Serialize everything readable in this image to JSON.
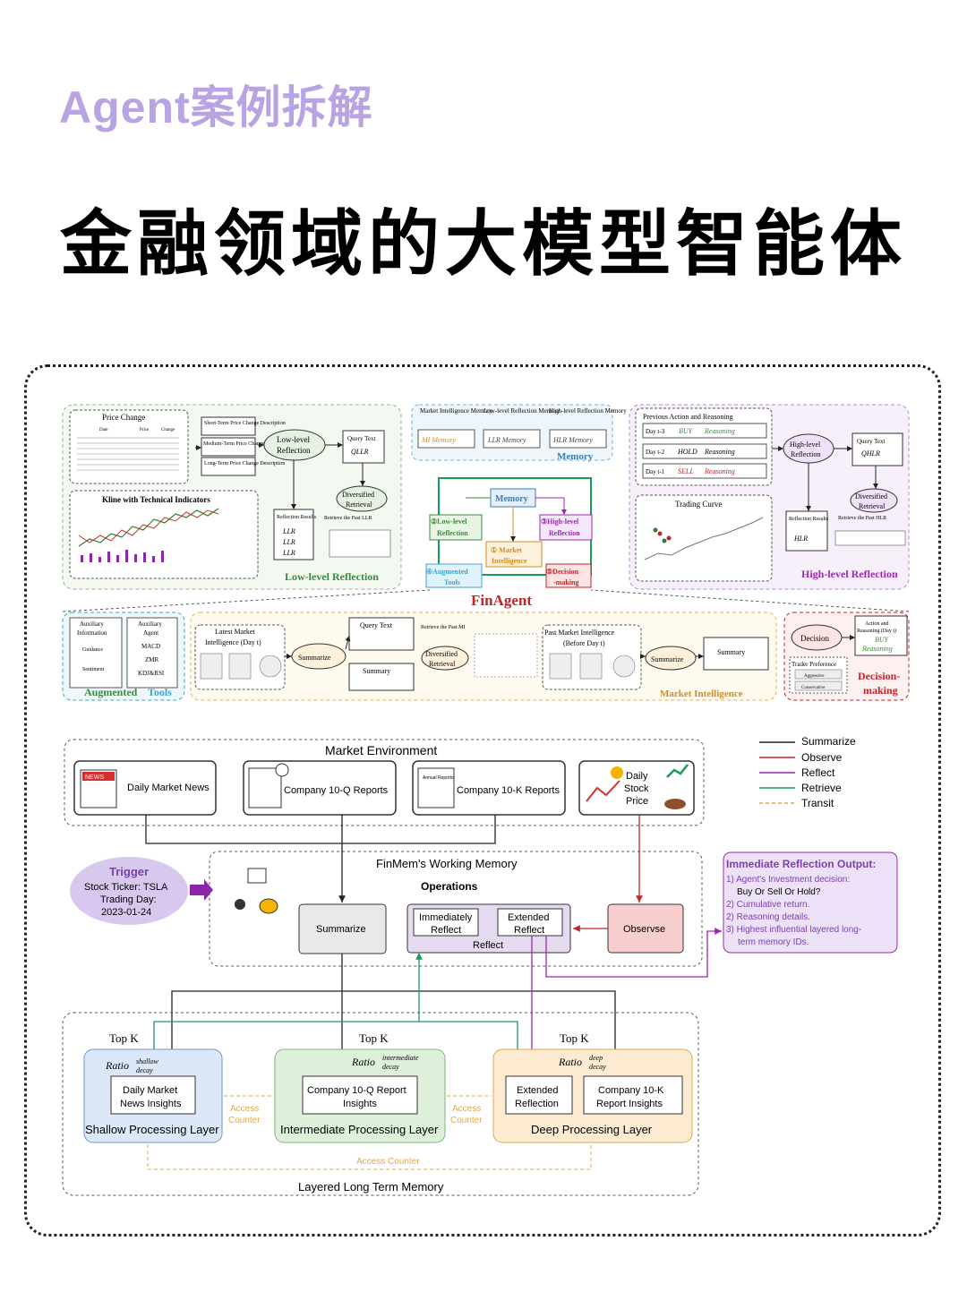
{
  "header": {
    "tag": "Agent案例拆解",
    "title": "金融领域的大模型智能体"
  },
  "finagent": {
    "title": "FinAgent",
    "low_level": {
      "price_change": "Price Change",
      "table_headers": [
        "Date",
        "Price",
        "Change"
      ],
      "short_term": "Short-Term Price Change Description",
      "medium_term": "Medium-Term Price Change Description",
      "long_term": "Long-Term Price Change Description",
      "kline": "Kline with Technical Indicators",
      "llr_node": "Low-level Reflection",
      "query_text": "Query Text",
      "query_var": "QLLR",
      "diversified": "Diversified Retrieval",
      "reflection_results": "Reflection Results",
      "retrieve": "Retrieve the Past LLR",
      "footer": "Low-level Reflection"
    },
    "memory_panel": {
      "mi_header": "Market Intelligence Memory",
      "llr_header": "Low-level Reflection Memory",
      "hlr_header": "High-level Reflection Memory",
      "mi": "MI Memory",
      "llr": "LLR Memory",
      "hlr": "HLR Memory",
      "footer": "Memory"
    },
    "center": {
      "memory": "Memory",
      "low_level": "②Low-level Reflection",
      "high_level": "③High-level Reflection",
      "market": "① Market Intelligence",
      "tools": "④Augmented Tools",
      "decision": "⑤Decision -making"
    },
    "high_level": {
      "prev": "Previous Action and Reasoning",
      "rows": [
        {
          "day": "Day t-3",
          "action": "BUY",
          "reason": "Reasoning"
        },
        {
          "day": "Day t-2",
          "action": "HOLD",
          "reason": "Reasoning"
        },
        {
          "day": "Day t-1",
          "action": "SELL",
          "reason": "Reasoning"
        }
      ],
      "trading_curve": "Trading Curve",
      "hlr_node": "High-level Reflection",
      "query_text": "Query Text",
      "query_var": "QHLR",
      "diversified": "Diversified Retrieval",
      "reflection_results": "Reflection Results",
      "retrieve": "Retrieve the Past HLR",
      "footer": "High-level Reflection"
    },
    "tools": {
      "aux_info": "Auxiliary Information",
      "aux_agent": "Auxiliary Agent",
      "guidance": "Guidance",
      "sentiment": "Sentiment",
      "macd": "MACD",
      "zmr": "ZMR",
      "kdj": "KDJ&RSI",
      "footer_a": "Augmented",
      "footer_b": "Tools"
    },
    "market_intel": {
      "latest": "Latest Market Intelligence (Day t)",
      "summarize": "Summarize",
      "query_text": "Query Text",
      "summary": "Summary",
      "retrieve": "Retrieve the Past MI",
      "diversified": "Diversified Retrieval",
      "past": "Past Market Intelligence (Before Day t)",
      "summarize2": "Summarize",
      "summary2": "Summary",
      "footer": "Market Intelligence"
    },
    "decision": {
      "decision": "Decision",
      "action": "Action and Reasoning (Day t)",
      "buy": "BUY",
      "reasoning": "Reasoning",
      "trader": "Trader Preference",
      "aggressive": "Aggressive",
      "conservative": "Conservative",
      "footer": "Decision-making"
    }
  },
  "finmem": {
    "legend": [
      "Summarize",
      "Observe",
      "Reflect",
      "Retrieve",
      "Transit"
    ],
    "market_env": "Market Environment",
    "sources": [
      "Daily Market News",
      "Company 10-Q Reports",
      "Company 10-K Reports",
      "Daily Stock Price"
    ],
    "news_badge": "NEWS",
    "annual_reports": "Annual Reports",
    "trigger": {
      "title": "Trigger",
      "ticker": "Stock Ticker: TSLA",
      "day": "Trading Day:",
      "date": "2023-01-24"
    },
    "working_memory": "FinMem's Working Memory",
    "operations": "Operations",
    "summarize": "Summarize",
    "imm_reflect": "Immediately Reflect",
    "ext_reflect": "Extended Reflect",
    "reflect": "Reflect",
    "observe": "Observse",
    "output": {
      "title": "Immediate Reflection Output:",
      "lines": [
        "1) Agent's Investment decision:",
        "Buy Or Sell Or Hold?",
        "2) Cumulative return.",
        "2) Reasoning details.",
        "3) Highest influential layered long-",
        "term memory IDs."
      ]
    },
    "topk": "Top K",
    "ratio": "Ratio",
    "shallow_sup": "shallow",
    "intermediate_sup": "intermediate",
    "deep_sup": "deep",
    "decay": "decay",
    "layers": {
      "shallow": {
        "box": "Daily Market News Insights",
        "label": "Shallow Processing Layer"
      },
      "intermediate": {
        "box": "Company 10-Q Report Insights",
        "label": "Intermediate Processing Layer"
      },
      "deep": {
        "box1": "Extended Reflection",
        "box2": "Company 10-K Report Insights",
        "label": "Deep Processing Layer"
      }
    },
    "access_counter": "Access Counter",
    "long_term": "Layered Long Term Memory"
  }
}
